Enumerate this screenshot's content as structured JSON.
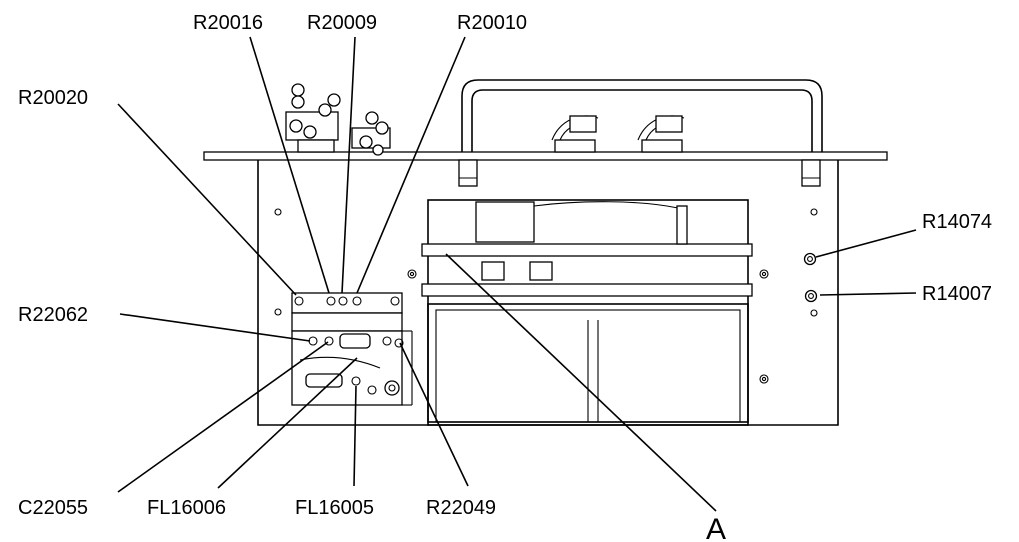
{
  "callouts": {
    "r20016": "R20016",
    "r20009": "R20009",
    "r20010": "R20010",
    "r20020": "R20020",
    "r14074": "R14074",
    "r14007": "R14007",
    "r22062": "R22062",
    "c22055": "C22055",
    "fl16006": "FL16006",
    "fl16005": "FL16005",
    "r22049": "R22049",
    "a": "A"
  }
}
